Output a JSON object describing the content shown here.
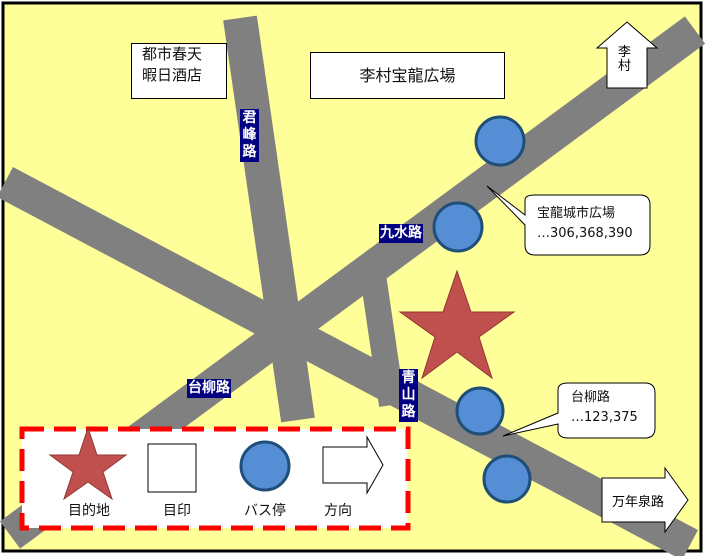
{
  "places": {
    "hotel_line1": "都市春天",
    "hotel_line2": "暇日酒店",
    "plaza": "李村宝龍広場"
  },
  "roads": {
    "junfeng": "君峰路",
    "jiushui": "九水路",
    "tailiu": "台柳路",
    "qingshan": "青山路",
    "wannianquan": "万年泉路",
    "licun": "李村"
  },
  "callouts": [
    {
      "title": "宝龍城市広場",
      "routes": "…306,368,390"
    },
    {
      "title": "台柳路",
      "routes": "…123,375"
    }
  ],
  "legend": {
    "destination": "目的地",
    "landmark": "目印",
    "bus_stop": "バス停",
    "direction": "方向"
  },
  "colors": {
    "background": "#ffff99",
    "road": "#808080",
    "bus_stop": "#558ed5",
    "star": "#c0504d",
    "legend_border": "#ff0000"
  }
}
